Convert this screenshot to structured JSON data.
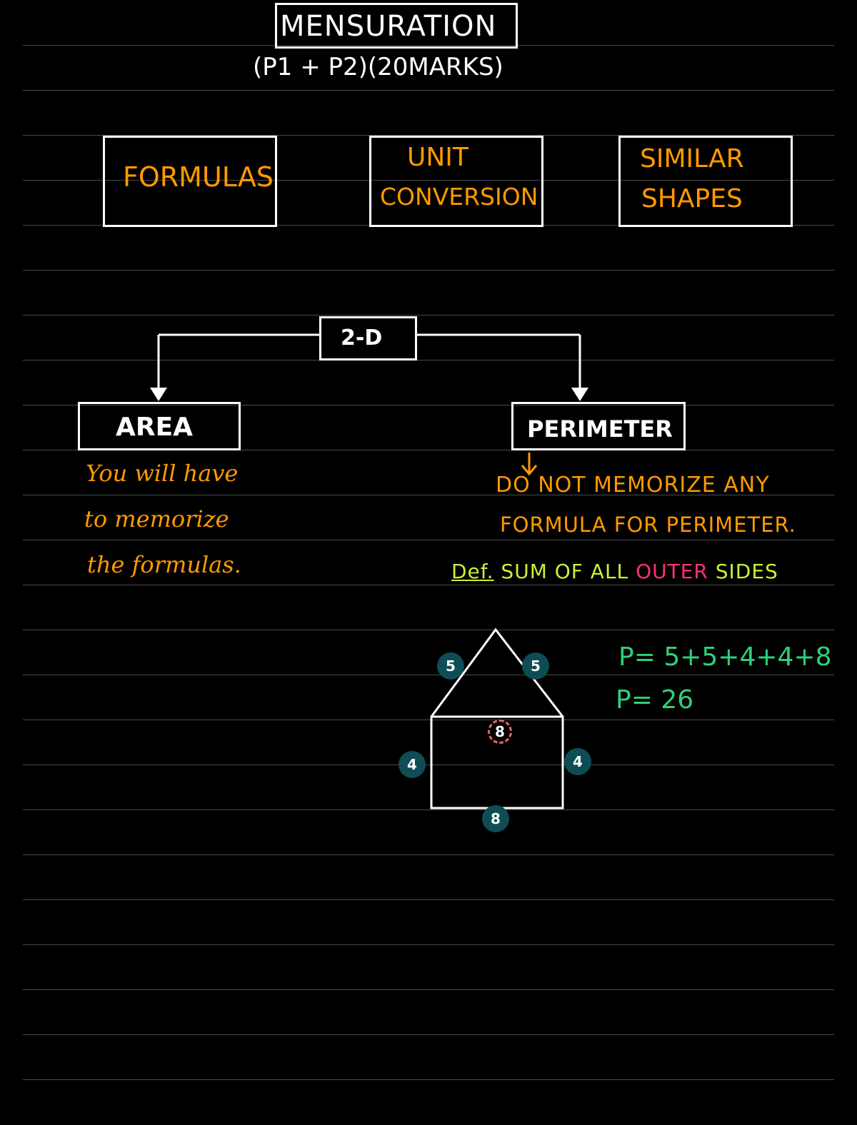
{
  "title": "MENSURATION",
  "subtitle": "(P1 + P2)(20MARKS)",
  "topics": [
    {
      "label": "FORMULAS"
    },
    {
      "label_line1": "UNIT",
      "label_line2": "CONVERSION"
    },
    {
      "label_line1": "SIMILAR",
      "label_line2": "SHAPES"
    }
  ],
  "tree": {
    "root": "2-D",
    "left": "AREA",
    "right": "PERIMETER"
  },
  "area_note": [
    "You will have",
    "to memorize",
    "the formulas."
  ],
  "perimeter_note": [
    "DO NOT MEMORIZE ANY",
    "FORMULA FOR PERIMETER."
  ],
  "definition": {
    "prefix": "Def.",
    "part1": "SUM OF ALL",
    "highlight": "OUTER",
    "part2": "SIDES"
  },
  "house_labels": {
    "roof_left": "5",
    "roof_right": "5",
    "inner": "8",
    "wall_left": "4",
    "wall_right": "4",
    "base": "8"
  },
  "perimeter_calc": [
    "P= 5+5+4+4+8",
    "P= 26"
  ],
  "colors": {
    "ink": "#ffffff",
    "accent": "#ff9a00",
    "definition": "#c8f03a",
    "highlight": "#ff2f7a",
    "calc": "#2fd07a",
    "badge": "#0e4d55"
  }
}
